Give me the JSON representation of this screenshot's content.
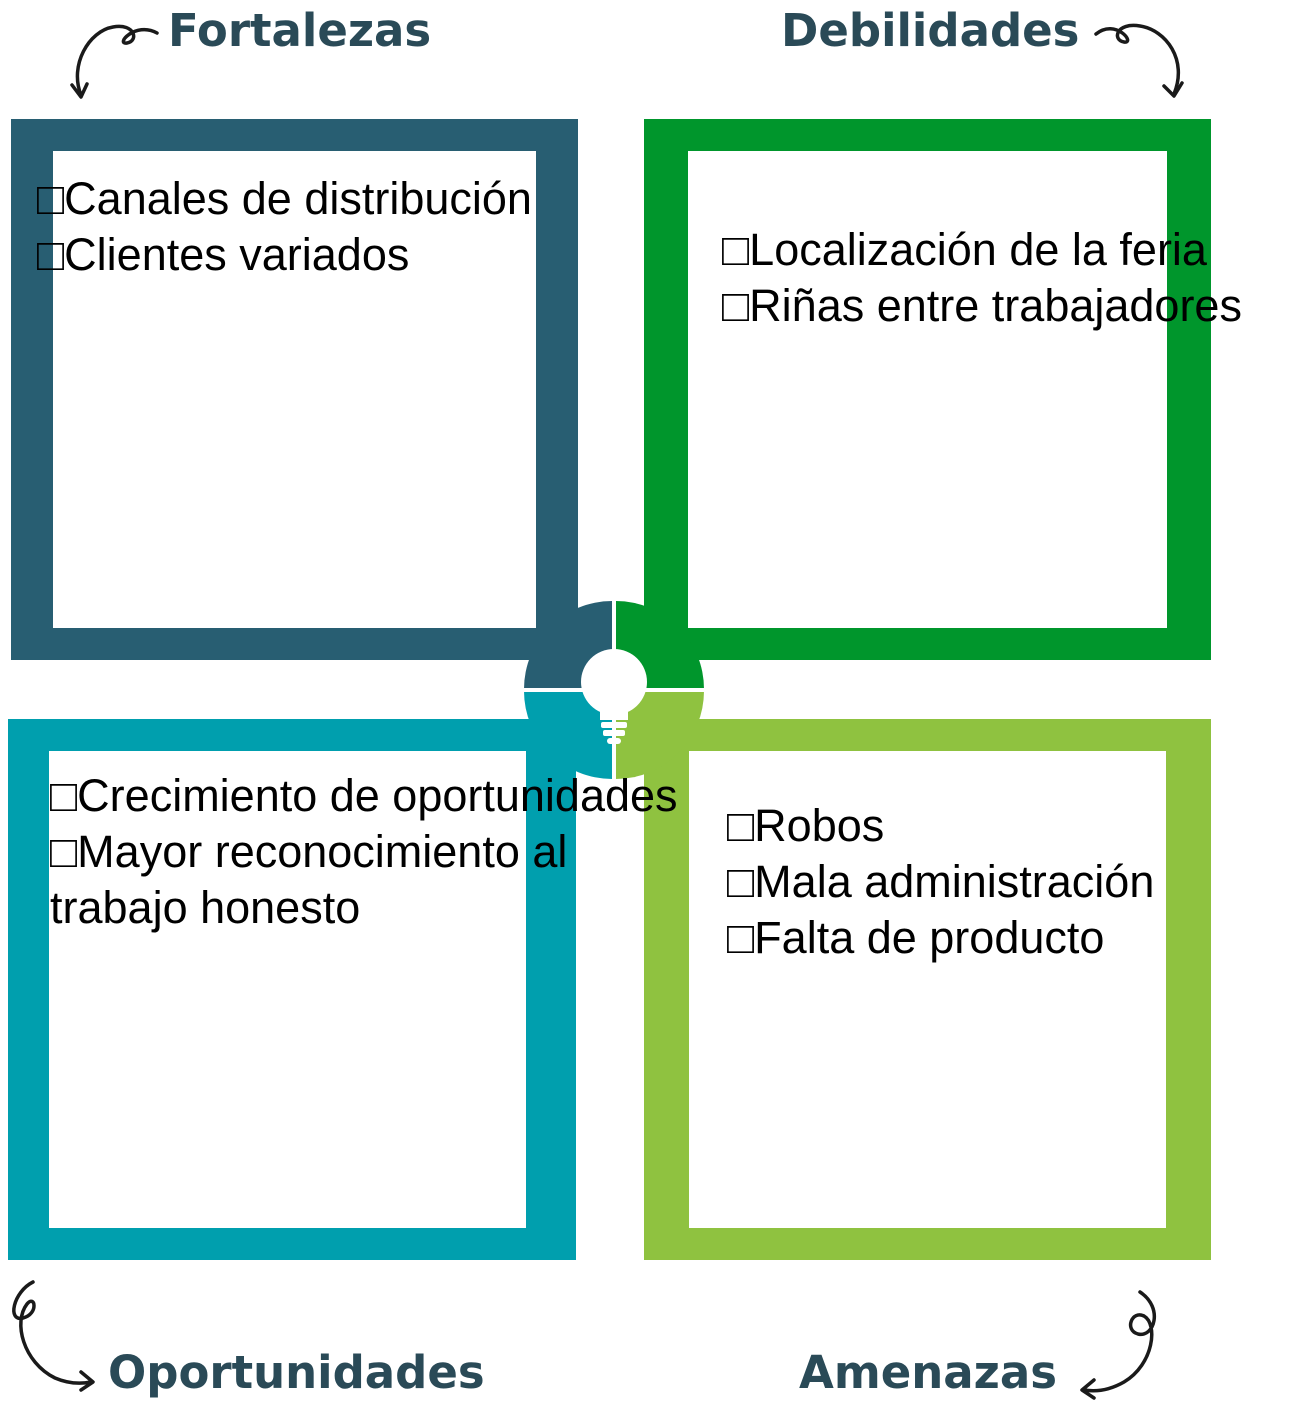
{
  "colors": {
    "fortalezas": "#285e72",
    "debilidades": "#00962c",
    "oportunidades": "#009fae",
    "amenazas": "#8fc240",
    "title_text": "#2a4a57"
  },
  "quadrants": {
    "fortalezas": {
      "title": "Fortalezas",
      "items": [
        "□Canales de distribución",
        "□Clientes variados"
      ]
    },
    "debilidades": {
      "title": "Debilidades",
      "items": [
        "□Localización de la feria",
        "□Riñas entre trabajadores"
      ]
    },
    "oportunidades": {
      "title": "Oportunidades",
      "items": [
        "□Crecimiento de oportunidades",
        "□Mayor reconocimiento al",
        "trabajo honesto"
      ]
    },
    "amenazas": {
      "title": "Amenazas",
      "items": [
        "□Robos",
        "□Mala administración",
        "□Falta de producto"
      ]
    }
  },
  "icons": {
    "center": "lightbulb-icon",
    "arrows": "curly-arrow-icon"
  }
}
